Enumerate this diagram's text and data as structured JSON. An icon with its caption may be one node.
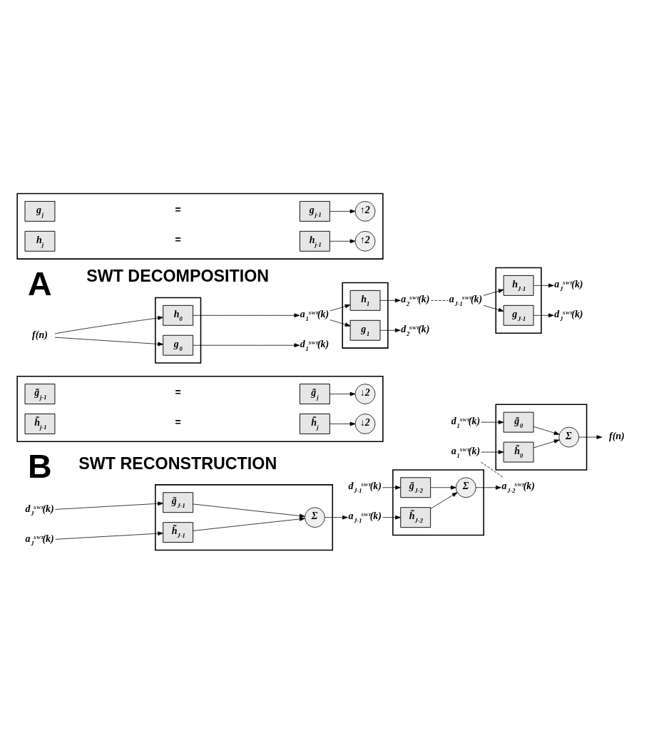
{
  "diagram": {
    "nodes": [
      {
        "text": [
          "f(n)"
        ]
      },
      {
        "text": [],
        "shape": "box"
      },
      {
        "text": [
          "g$_{0}$"
        ],
        "in": 1
      },
      {
        "text": [
          "h$_{0}$"
        ],
        "in": 1
      },
      {
        "text": [
          "d$_{1}$$^{SWT}$(k)"
        ]
      },
      {
        "text": [
          "a$_{1}$$^{SWT}$(k)"
        ]
      },
      {
        "text": [],
        "shape": "box"
      },
      {
        "text": [
          "g$_{1}$"
        ],
        "in": 6
      },
      {
        "text": [
          "h$_{1}$"
        ],
        "in": 6
      },
      {
        "text": [
          "d$_{2}$$^{SWT}$(k)"
        ]
      },
      {
        "text": [
          "a$_{2}$$^{SWT}$(k)"
        ]
      },
      {
        "text": [
          "a$_{J-1}$$^{SWT}$(k)"
        ]
      },
      {
        "text": [],
        "shape": "box"
      },
      {
        "text": [
          "g$_{J-1}$"
        ],
        "in": 12
      },
      {
        "text": [
          "h$_{J-1}$"
        ],
        "in": 12
      },
      {
        "text": [
          "d$_{J}$$^{SWT}$(k)"
        ]
      },
      {
        "text": [
          "a$_{J}$$^{SWT}$(k)"
        ]
      },
      {
        "text": [],
        "shape": "box"
      },
      {
        "text": [
          "g$_{j}$"
        ],
        "in": 17
      },
      {
        "text": [
          "g$_{j-1}$"
        ],
        "in": 17
      },
      {
        "text": [
          "↑2"
        ],
        "in": 17
      },
      {
        "text": [
          "h$_{j}$"
        ],
        "in": 17
      },
      {
        "text": [
          "h$_{j-1}$"
        ],
        "in": 17
      },
      {
        "text": [
          "↑2"
        ],
        "in": 17
      },
      {
        "text": [
          "d$_{1}$$^{SWT}$(k)"
        ]
      },
      {
        "text": [],
        "shape": "box"
      },
      {
        "text": [
          "g̃$_{0}$"
        ],
        "in": 25
      },
      {
        "text": [
          "Σ"
        ],
        "in": 25
      },
      {
        "text": [
          "h̃$_{0}$"
        ],
        "in": 25
      },
      {
        "text": [
          "f(n)"
        ]
      },
      {
        "text": [
          "a$_{1}$$^{SWT}$(k)"
        ]
      },
      {
        "text": [
          "d$_{J-1}$$^{SWT}$(k)"
        ]
      },
      {
        "text": [],
        "shape": "box"
      },
      {
        "text": [
          "g̃$_{J-2}$"
        ],
        "in": 32
      },
      {
        "text": [
          "Σ"
        ],
        "in": 32
      },
      {
        "text": [
          "h̃$_{J-2}$"
        ],
        "in": 32
      },
      {
        "text": [
          "a$_{J-2}$$^{SWT}$(k)"
        ]
      },
      {
        "text": [],
        "shape": "box"
      },
      {
        "text": [
          "g̃$_{j-1}$"
        ],
        "in": 37
      },
      {
        "text": [
          "g̃$_{j}$"
        ],
        "in": 37
      },
      {
        "text": [
          "↓2"
        ],
        "in": 37
      },
      {
        "text": [
          "h̃$_{j-1}$"
        ],
        "in": 37
      },
      {
        "text": [
          "h̃$_{j}$"
        ],
        "in": 37
      },
      {
        "text": [
          "↓2"
        ],
        "in": 37
      },
      {
        "text": [
          "d$_{J}$$^{SWT}$(k)"
        ]
      },
      {
        "text": [],
        "shape": "box"
      },
      {
        "text": [
          "g̃$_{J-1}$"
        ],
        "in": 45
      },
      {
        "text": [
          "Σ"
        ],
        "in": 45
      },
      {
        "text": [
          "h̃$_{J-1}$"
        ],
        "in": 45
      },
      {
        "text": [
          "a$_{J}$$^{SWT}$(k)"
        ]
      },
      {
        "text": [
          "a$_{J-1}$$^{SWT}$(k)"
        ]
      }
    ],
    "edges": [
      {
        "from": 0,
        "to": 2,
        "arrow": "to"
      },
      {
        "from": 0,
        "to": 3,
        "arrow": "to"
      },
      {
        "from": 2,
        "to": 4,
        "arrow": "to"
      },
      {
        "from": 3,
        "to": 5,
        "arrow": "to"
      },
      {
        "from": 5,
        "to": 7,
        "arrow": "to"
      },
      {
        "from": 5,
        "to": 8,
        "arrow": "to"
      },
      {
        "from": 7,
        "to": 9,
        "arrow": "to"
      },
      {
        "from": 8,
        "to": 10,
        "arrow": "to"
      },
      {
        "from": 10,
        "to": 11,
        "arrow": "none",
        "style": "dashed"
      },
      {
        "from": 11,
        "to": 13,
        "arrow": "to"
      },
      {
        "from": 11,
        "to": 14,
        "arrow": "to"
      },
      {
        "from": 13,
        "to": 15,
        "arrow": "to"
      },
      {
        "from": 14,
        "to": 16,
        "arrow": "to"
      },
      {
        "from": 19,
        "to": 20,
        "arrow": "to"
      },
      {
        "from": 22,
        "to": 23,
        "arrow": "to"
      },
      {
        "from": 24,
        "to": 26,
        "arrow": "to"
      },
      {
        "from": 30,
        "to": 28,
        "arrow": "to"
      },
      {
        "from": 26,
        "to": 27,
        "arrow": "to"
      },
      {
        "from": 28,
        "to": 27,
        "arrow": "to"
      },
      {
        "from": 27,
        "to": 29,
        "arrow": "to"
      },
      {
        "from": 30,
        "to": 36,
        "arrow": "none",
        "style": "dashed"
      },
      {
        "from": 31,
        "to": 33,
        "arrow": "to"
      },
      {
        "from": 50,
        "to": 35,
        "arrow": "to"
      },
      {
        "from": 33,
        "to": 34,
        "arrow": "to"
      },
      {
        "from": 35,
        "to": 34,
        "arrow": "to"
      },
      {
        "from": 34,
        "to": 36,
        "arrow": "to"
      },
      {
        "from": 44,
        "to": 46,
        "arrow": "to"
      },
      {
        "from": 49,
        "to": 48,
        "arrow": "to"
      },
      {
        "from": 46,
        "to": 47,
        "arrow": "to"
      },
      {
        "from": 48,
        "to": 47,
        "arrow": "to"
      },
      {
        "from": 47,
        "to": 50,
        "arrow": "to"
      },
      {
        "from": 39,
        "to": 40,
        "arrow": "to"
      },
      {
        "from": 42,
        "to": 43,
        "arrow": "to"
      }
    ],
    "labels": [
      "A",
      "SWT DECOMPOSITION",
      "=",
      "=",
      "B",
      "SWT RECONSTRUCTION",
      "=",
      "="
    ]
  }
}
